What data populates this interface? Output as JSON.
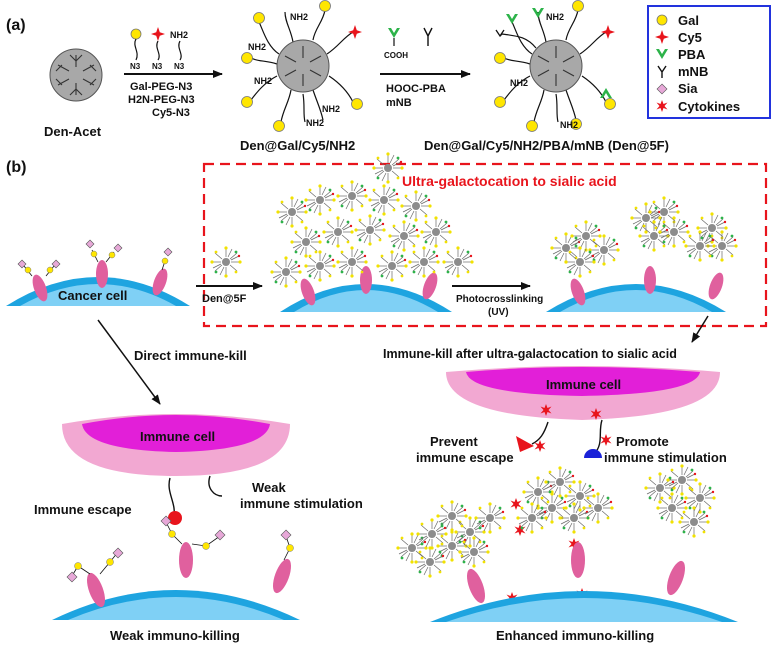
{
  "panel_a": {
    "label": "(a)",
    "den_acet": "Den-Acet",
    "step1_reagents": [
      "Gal-PEG-N3",
      "H2N-PEG-N3",
      "Cy5-N3"
    ],
    "step1_n3": "N3",
    "step1_nh2": "NH2",
    "product1": "Den@Gal/Cy5/NH2",
    "amine_label": "NH2",
    "step2_reagents": [
      "HOOC-PBA",
      "mNB"
    ],
    "cooh": "COOH",
    "product2": "Den@Gal/Cy5/NH2/PBA/mNB (Den@5F)"
  },
  "legend": {
    "items": [
      {
        "label": "Gal",
        "icon": "yellow-circle",
        "color": "#ffe600"
      },
      {
        "label": "Cy5",
        "icon": "red-star",
        "color": "#e8141c"
      },
      {
        "label": "PBA",
        "icon": "green-v",
        "color": "#2db34a"
      },
      {
        "label": "mNB",
        "icon": "black-y",
        "color": "#111111"
      },
      {
        "label": "Sia",
        "icon": "pink-diamond",
        "color": "#e7a8d8"
      },
      {
        "label": "Cytokines",
        "icon": "red-burst",
        "color": "#e8141c"
      }
    ],
    "border_color": "#2233dd"
  },
  "panel_b": {
    "label": "(b)",
    "box_title": "Ultra-galactocation to sialic acid",
    "cancer_cell": "Cancer cell",
    "den5f_label": "Den@5F",
    "photo_line1": "Photocrosslinking",
    "photo_line2": "(UV)",
    "direct_kill": "Direct immune-kill",
    "immune_kill_after": "Immune-kill after ultra-galactocation to sialic acid",
    "immune_cell_left": "Immune cell",
    "immune_cell_right": "Immune cell",
    "immune_escape": "Immune escape",
    "weak_stim_line1": "Weak",
    "weak_stim_line2": "immune stimulation",
    "prevent_line1": "Prevent",
    "prevent_line2": "immune escape",
    "promote_line1": "Promote",
    "promote_line2": "immune stimulation",
    "weak_killing": "Weak immuno-killing",
    "enhanced_killing": "Enhanced immuno-killing"
  },
  "colors": {
    "cell_outer": "#1ea4e0",
    "cell_inner": "#7fd0f5",
    "immune_outer": "#f2a8d2",
    "immune_inner": "#e21fd8",
    "dashed_box": "#e8141c",
    "receptor": "#e0609e",
    "core": "#a8a8a8"
  }
}
